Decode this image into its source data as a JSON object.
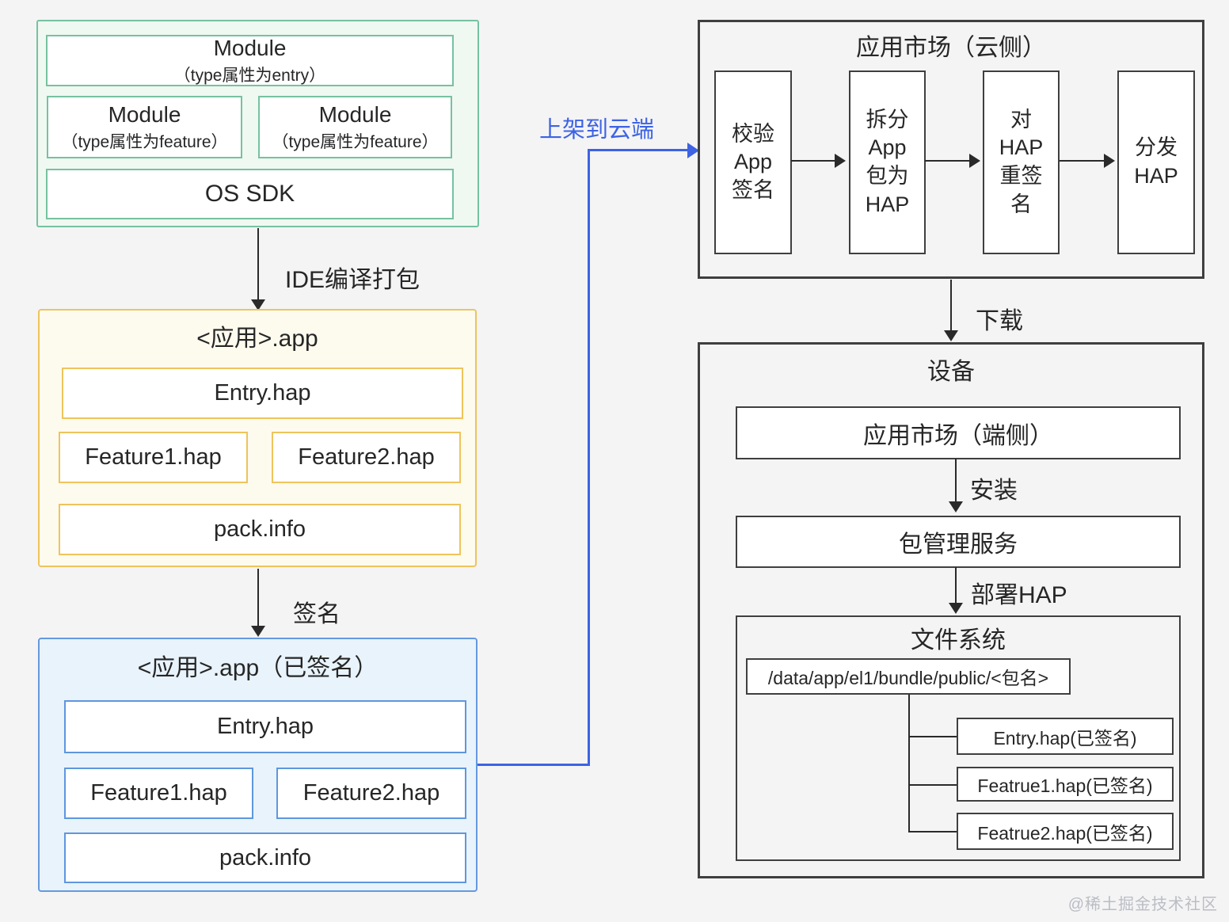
{
  "page": {
    "watermark": "@稀土掘金技术社区"
  },
  "colors": {
    "background": "#f4f4f5",
    "green_border": "#76c2a0",
    "green_fill": "#f0f8f2",
    "yellow_border": "#eec45c",
    "yellow_fill": "#fdfaee",
    "blue_border": "#6499de",
    "blue_fill": "#e9f3fb",
    "dark_border": "#3f3f3f",
    "arrow_black": "#2a2a2a",
    "publish_blue": "#3d63e3",
    "text": "#262626"
  },
  "dev_stack": {
    "module_entry": {
      "line1": "Module",
      "line2": "（type属性为entry）"
    },
    "module_feature1": {
      "line1": "Module",
      "line2": "（type属性为feature）"
    },
    "module_feature2": {
      "line1": "Module",
      "line2": "（type属性为feature）"
    },
    "os_sdk": "OS SDK"
  },
  "arrows": {
    "ide_build": "IDE编译打包",
    "sign": "签名",
    "publish": "上架到云端",
    "download": "下载",
    "install": "安装",
    "deploy": "部署HAP"
  },
  "app_package": {
    "title": "<应用>.app",
    "entry": "Entry.hap",
    "feature1": "Feature1.hap",
    "feature2": "Feature2.hap",
    "pack_info": "pack.info"
  },
  "signed_package": {
    "title": "<应用>.app（已签名）",
    "entry": "Entry.hap",
    "feature1": "Feature1.hap",
    "feature2": "Feature2.hap",
    "pack_info": "pack.info"
  },
  "cloud_market": {
    "title": "应用市场（云侧）",
    "steps": [
      {
        "lines": [
          "校验",
          "App",
          "签名"
        ]
      },
      {
        "lines": [
          "拆分",
          "App",
          "包为",
          "HAP"
        ]
      },
      {
        "lines": [
          "对",
          "HAP",
          "重签",
          "名"
        ]
      },
      {
        "lines": [
          "分发",
          "HAP"
        ]
      }
    ]
  },
  "device": {
    "title": "设备",
    "market_client": "应用市场（端侧）",
    "package_manager": "包管理服务",
    "file_system": {
      "title": "文件系统",
      "path": "/data/app/el1/bundle/public/<包名>",
      "files": [
        "Entry.hap(已签名)",
        "Featrue1.hap(已签名)",
        "Featrue2.hap(已签名)"
      ]
    }
  }
}
